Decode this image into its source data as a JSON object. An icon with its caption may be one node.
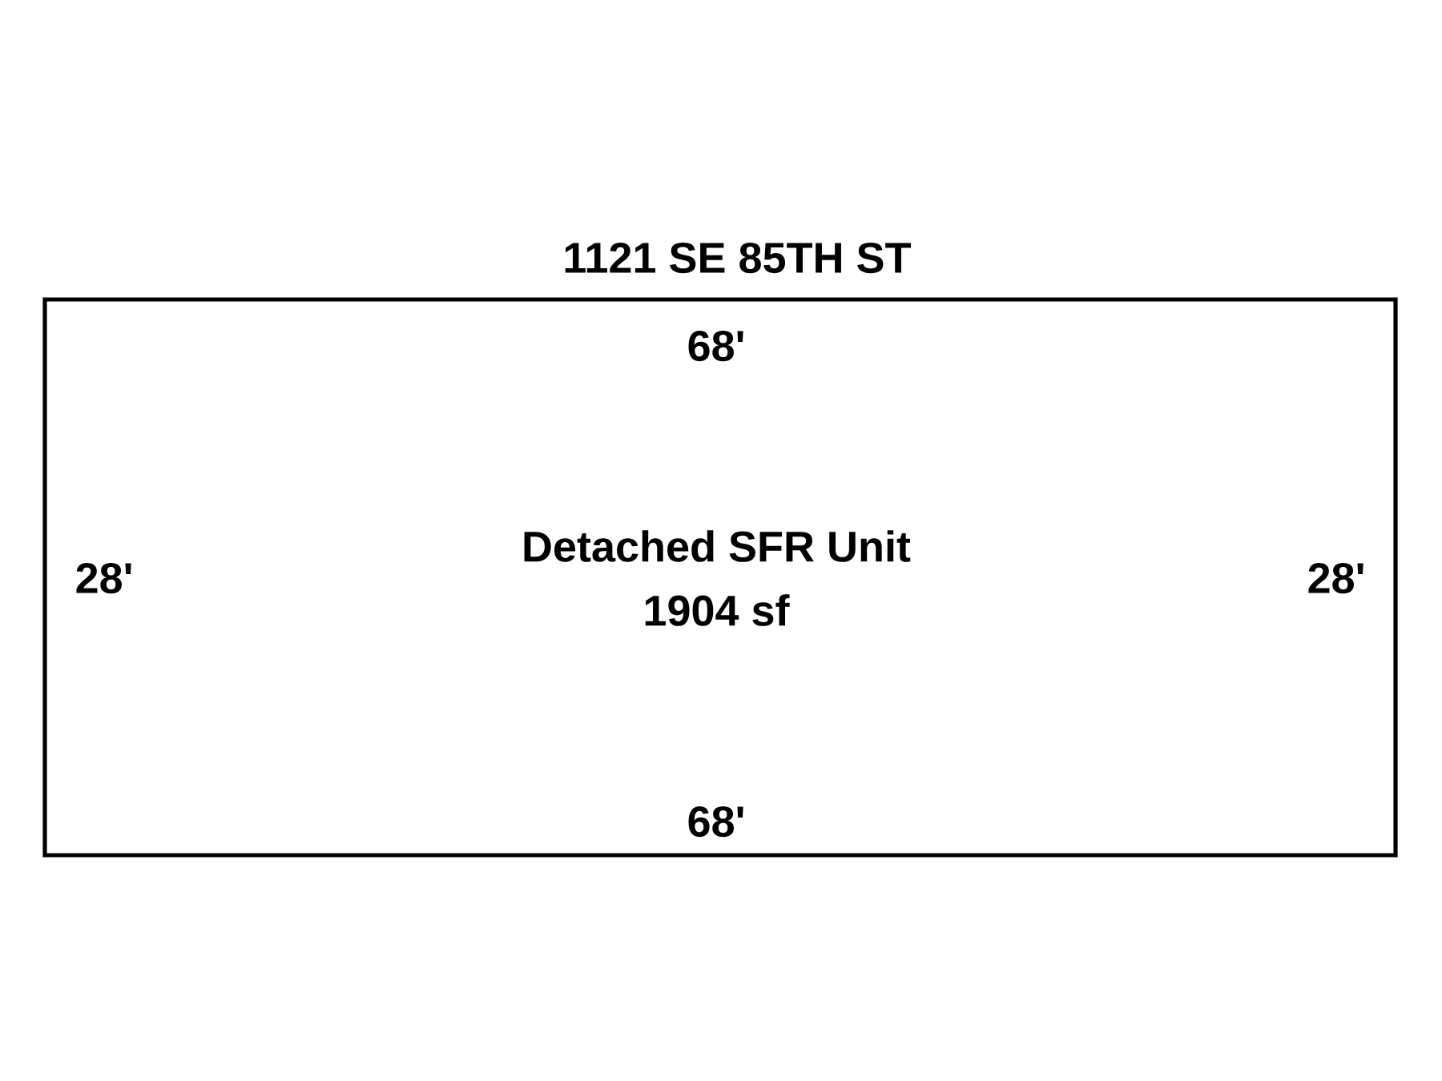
{
  "diagram": {
    "title": "1121 SE 85TH ST",
    "nodes": [
      {
        "text": [
          "Detached SFR Unit",
          "1904 sf"
        ]
      }
    ],
    "labels": [
      "68'",
      "28'",
      "28'",
      "68'"
    ]
  }
}
